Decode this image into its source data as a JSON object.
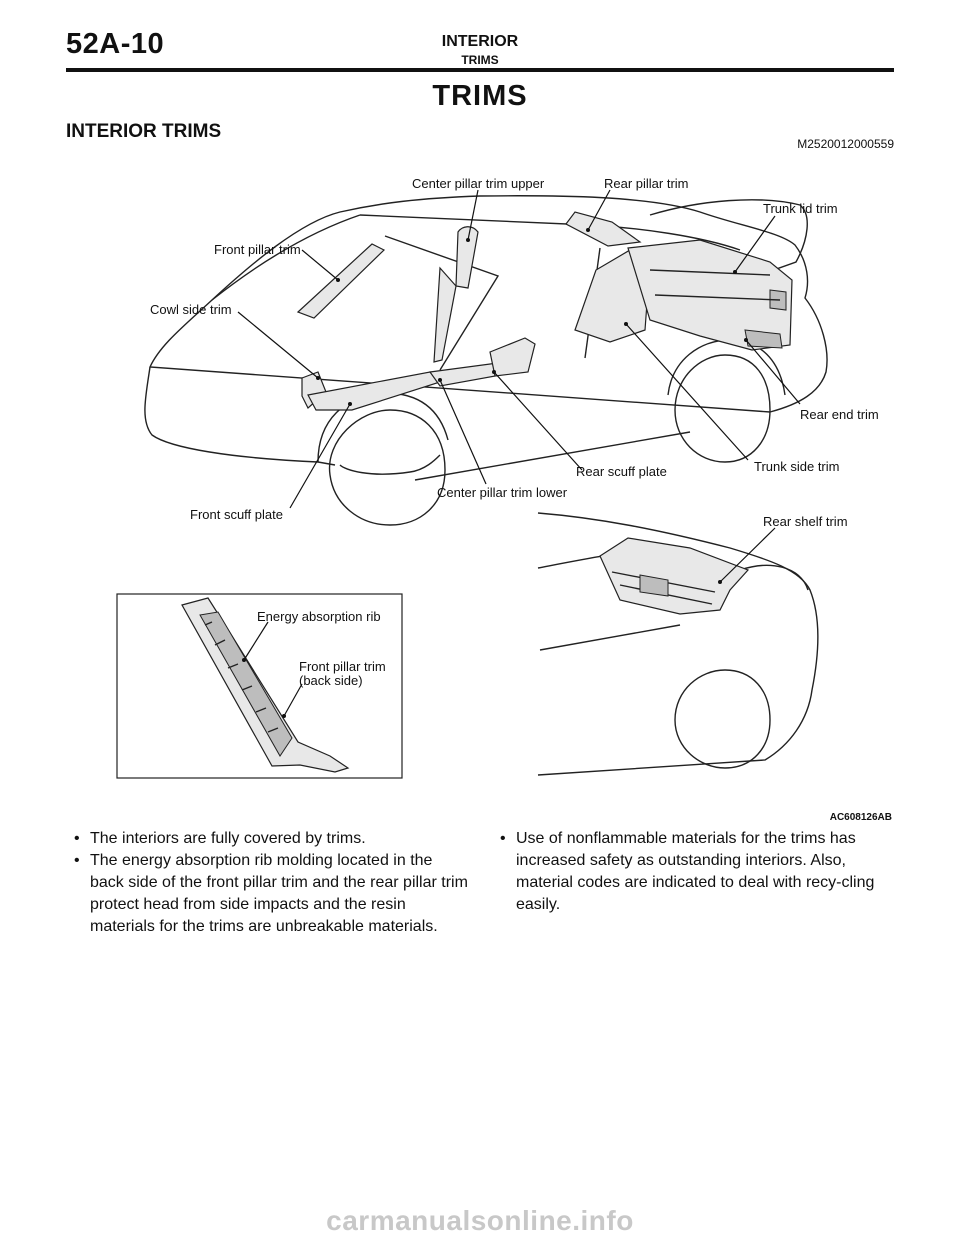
{
  "header": {
    "page_number": "52A-10",
    "section": "INTERIOR",
    "subsection": "TRIMS"
  },
  "title": "TRIMS",
  "subtitle": "INTERIOR TRIMS",
  "doc_code": "M2520012000559",
  "figure": {
    "code": "AC608126AB",
    "labels": {
      "center_pillar_trim_upper": "Center pillar trim upper",
      "rear_pillar_trim": "Rear pillar trim",
      "trunk_lid_trim": "Trunk lid trim",
      "front_pillar_trim": "Front pillar trim",
      "cowl_side_trim": "Cowl side trim",
      "rear_end_trim": "Rear end trim",
      "rear_scuff_plate": "Rear scuff plate",
      "trunk_side_trim": "Trunk side trim",
      "center_pillar_trim_lower": "Center pillar trim lower",
      "front_scuff_plate": "Front scuff plate",
      "rear_shelf_trim": "Rear shelf trim",
      "energy_absorption_rib": "Energy absorption rib",
      "front_pillar_trim_back_line1": "Front pillar trim",
      "front_pillar_trim_back_line2": "(back side)"
    }
  },
  "body_text": {
    "left": [
      "The interiors are fully covered by trims.",
      "The energy absorption rib molding located in the back side of the front pillar trim and the rear pillar trim protect head from side impacts and the resin materials for the trims are unbreakable materials."
    ],
    "right": [
      "Use of nonflammable materials for the trims has increased safety as outstanding interiors. Also, material codes are indicated to deal with recy-cling easily."
    ]
  },
  "watermark": "carmanualsonline.info"
}
